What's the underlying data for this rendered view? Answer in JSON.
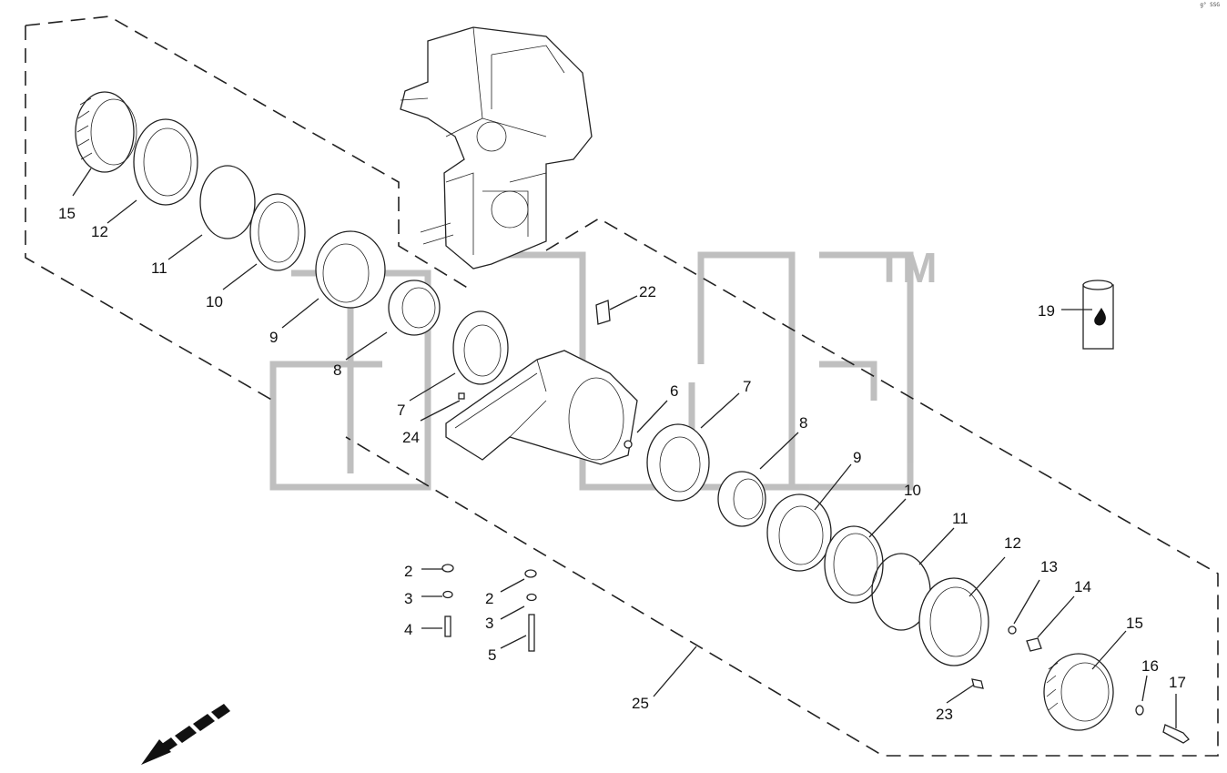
{
  "diagram": {
    "corner_code": "g° SSG",
    "watermark": {
      "text": "atd",
      "trademark": "TM",
      "color": "#b9b9b9"
    },
    "callouts": [
      {
        "id": "c15a",
        "text": "15"
      },
      {
        "id": "c12a",
        "text": "12"
      },
      {
        "id": "c11a",
        "text": "11"
      },
      {
        "id": "c10a",
        "text": "10"
      },
      {
        "id": "c9a",
        "text": "9"
      },
      {
        "id": "c8a",
        "text": "8"
      },
      {
        "id": "c7a",
        "text": "7"
      },
      {
        "id": "c24",
        "text": "24"
      },
      {
        "id": "c22",
        "text": "22"
      },
      {
        "id": "c6",
        "text": "6"
      },
      {
        "id": "c7b",
        "text": "7"
      },
      {
        "id": "c8b",
        "text": "8"
      },
      {
        "id": "c9b",
        "text": "9"
      },
      {
        "id": "c10b",
        "text": "10"
      },
      {
        "id": "c11b",
        "text": "11"
      },
      {
        "id": "c12b",
        "text": "12"
      },
      {
        "id": "c13",
        "text": "13"
      },
      {
        "id": "c14",
        "text": "14"
      },
      {
        "id": "c15b",
        "text": "15"
      },
      {
        "id": "c16",
        "text": "16"
      },
      {
        "id": "c17",
        "text": "17"
      },
      {
        "id": "c23",
        "text": "23"
      },
      {
        "id": "c19",
        "text": "19"
      },
      {
        "id": "c25",
        "text": "25"
      },
      {
        "id": "c2a",
        "text": "2"
      },
      {
        "id": "c3a",
        "text": "3"
      },
      {
        "id": "c4",
        "text": "4"
      },
      {
        "id": "c2b",
        "text": "2"
      },
      {
        "id": "c3b",
        "text": "3"
      },
      {
        "id": "c5",
        "text": "5"
      }
    ]
  }
}
